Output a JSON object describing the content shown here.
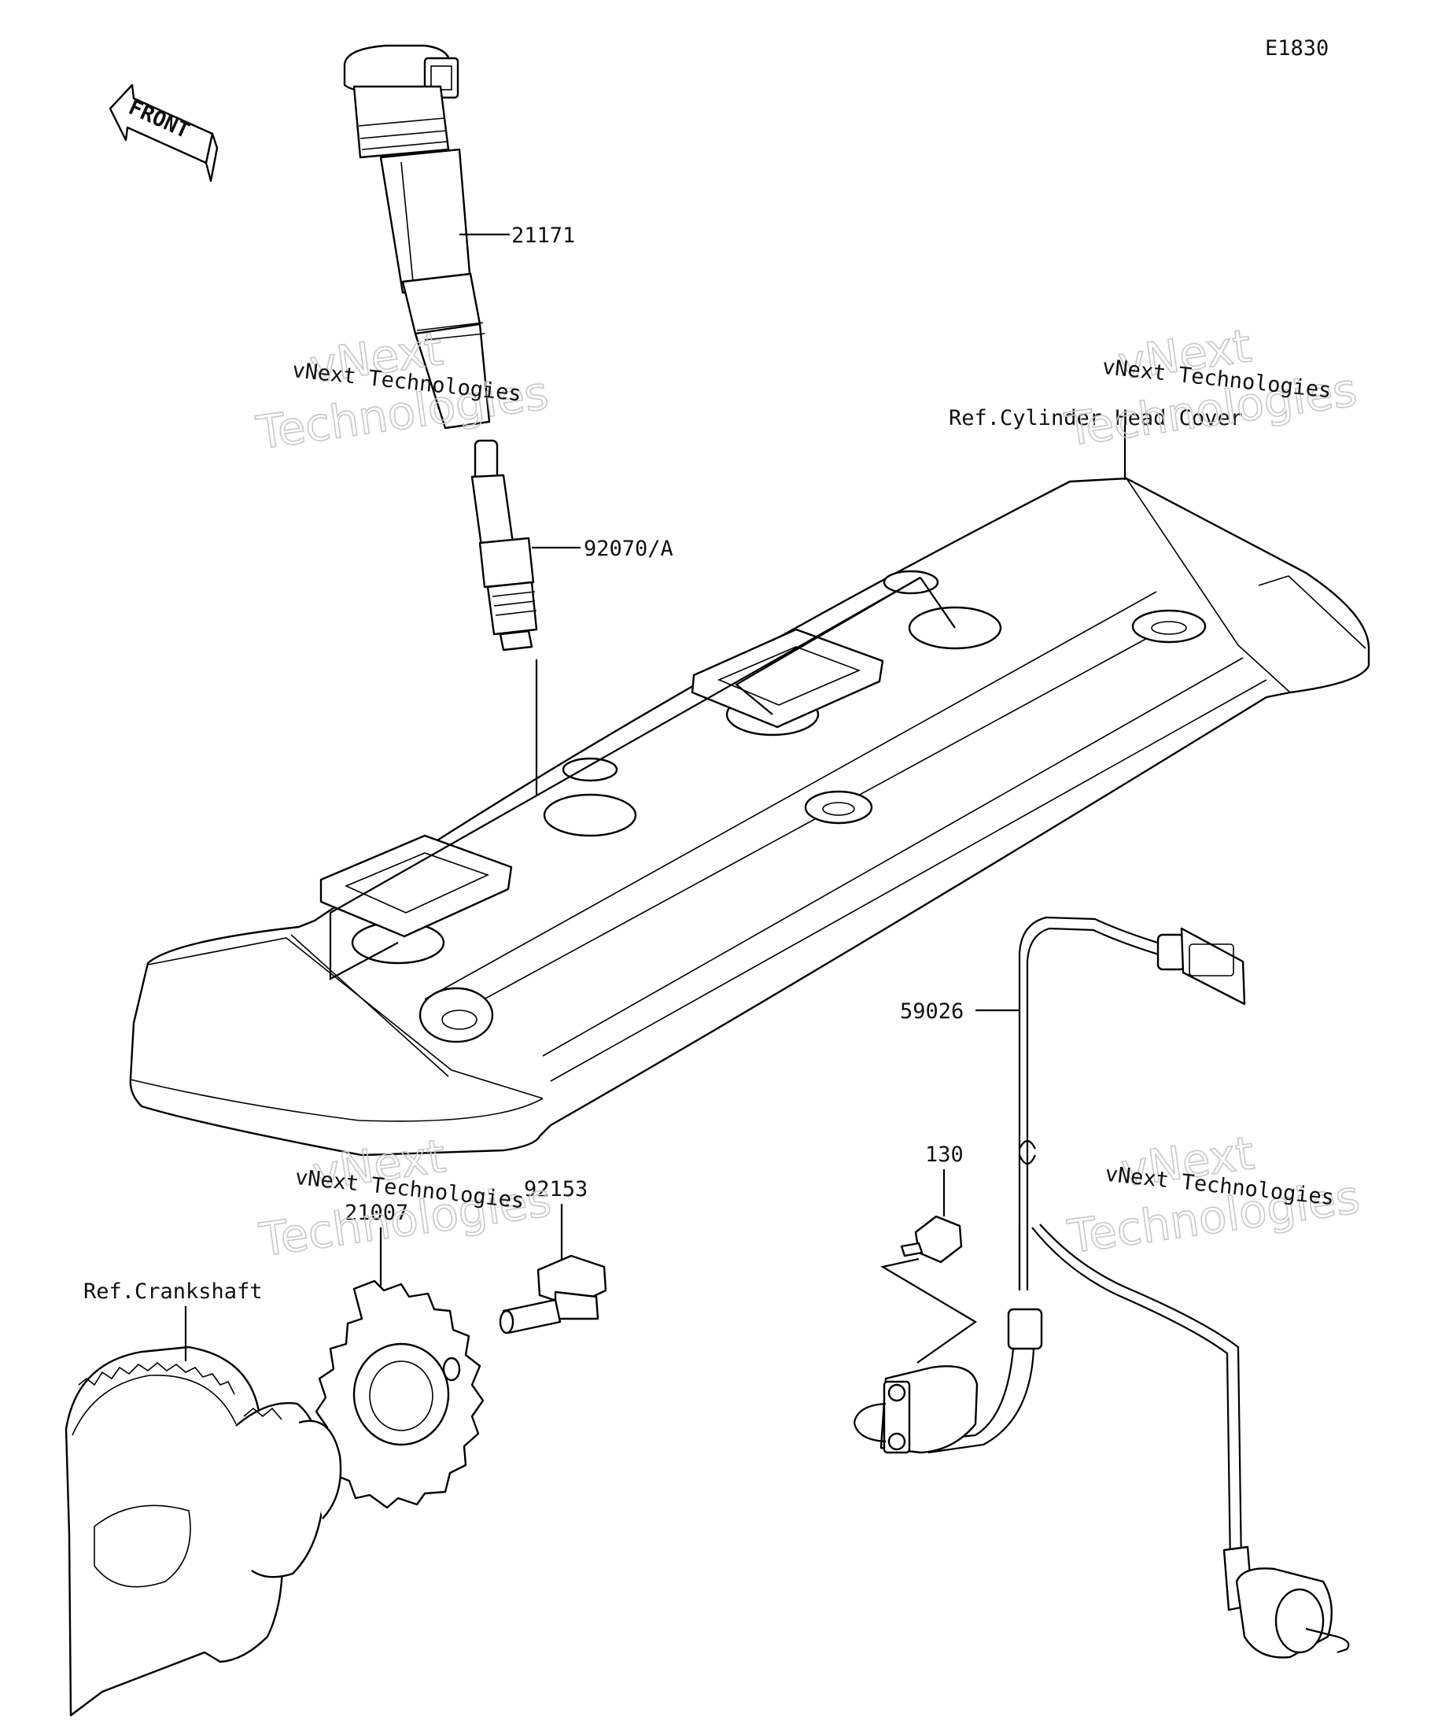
{
  "diagram": {
    "code": "E1830",
    "front_label": "FRONT",
    "refs": {
      "cylinder_head_cover": "Ref.Cylinder Head Cover",
      "crankshaft": "Ref.Crankshaft"
    },
    "parts": [
      {
        "id": "ignition-coil",
        "number": "21171"
      },
      {
        "id": "spark-plug",
        "number": "92070/A"
      },
      {
        "id": "wiring-lead",
        "number": "59026"
      },
      {
        "id": "bolt-small",
        "number": "130"
      },
      {
        "id": "flange-bolt",
        "number": "92153"
      },
      {
        "id": "timing-rotor",
        "number": "21007"
      }
    ],
    "watermarks": [
      {
        "line1": "vNext Technologies",
        "line2": "vNext",
        "line3": "Technologies"
      },
      {
        "line1": "vNext Technologies",
        "line2": "vNext",
        "line3": "Technologies"
      },
      {
        "line1": "vNext Technologies",
        "line2": "vNext",
        "line3": "Technologies"
      },
      {
        "line1": "vNext Technologies",
        "line2": "vNext",
        "line3": "Technologies"
      }
    ]
  }
}
